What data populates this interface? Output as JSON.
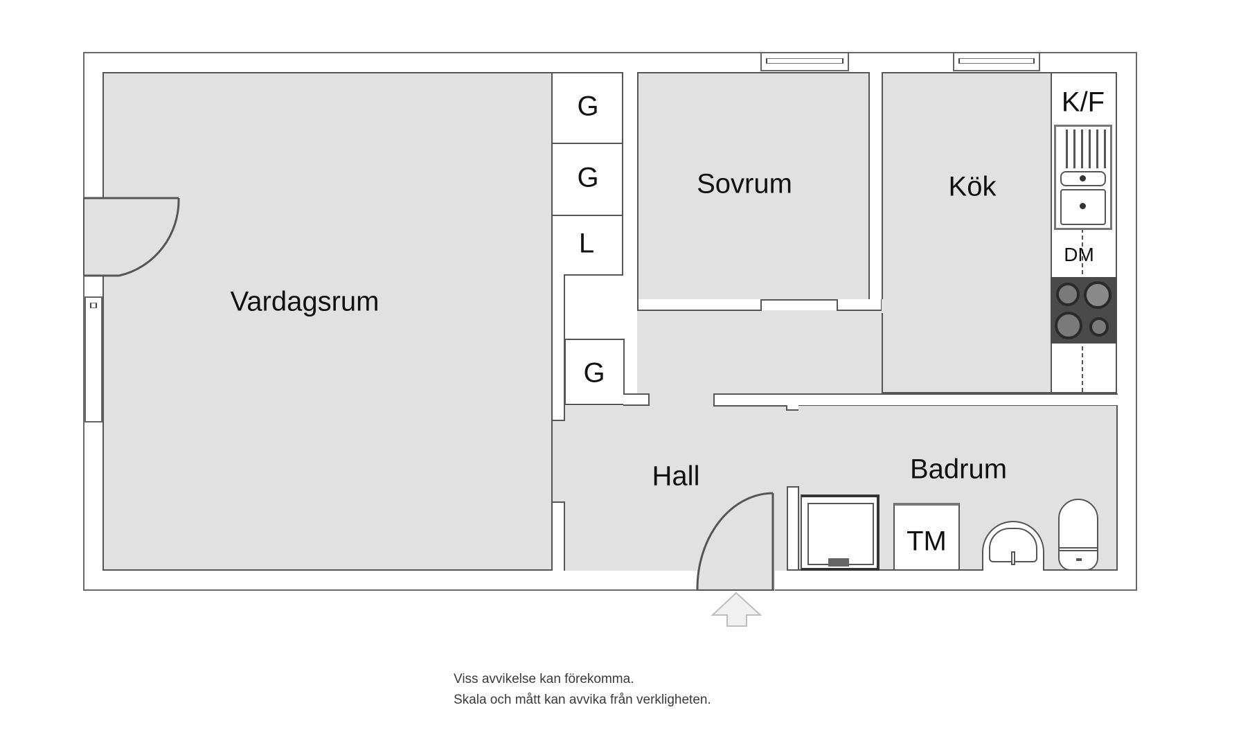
{
  "plan": {
    "rooms": [
      {
        "id": "vardagsrum",
        "label": "Vardagsrum"
      },
      {
        "id": "sovrum",
        "label": "Sovrum"
      },
      {
        "id": "kok",
        "label": "Kök"
      },
      {
        "id": "hall",
        "label": "Hall"
      },
      {
        "id": "badrum",
        "label": "Badrum"
      }
    ],
    "closets": [
      {
        "label": "G"
      },
      {
        "label": "G"
      },
      {
        "label": "L"
      },
      {
        "label": "G"
      }
    ],
    "fixtures": {
      "fridge_freezer": "K/F",
      "dishwasher": "DM",
      "washing_machine": "TM"
    },
    "icons": [
      "entrance-arrow-icon",
      "sink-icon",
      "stove-icon",
      "shower-icon",
      "washbasin-icon",
      "toilet-icon",
      "door-swing-icon",
      "window-icon"
    ]
  },
  "footer": {
    "line1": "Viss avvikelse kan förekomma.",
    "line2": "Skala och mått kan avvika från verkligheten."
  },
  "colors": {
    "room_fill": "#e1e1e1",
    "wall_line": "#555555",
    "stove": "#4a4a4a"
  }
}
